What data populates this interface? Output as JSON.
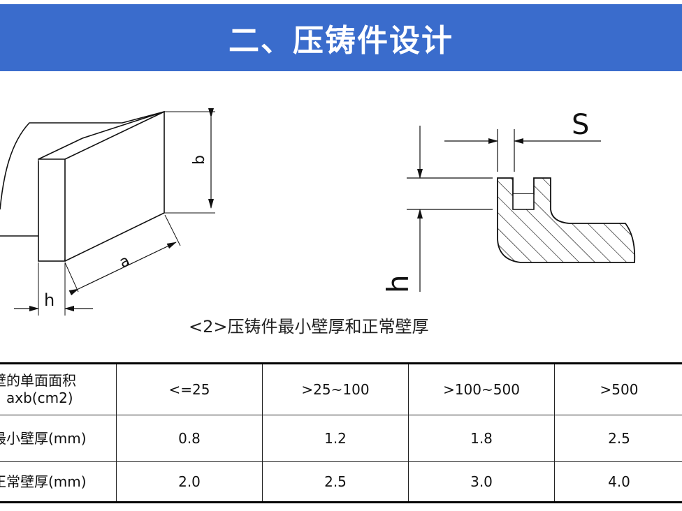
{
  "header": {
    "title": "二、压铸件设计"
  },
  "figure": {
    "labels": {
      "b": "b",
      "a": "a",
      "h": "h",
      "s": "S",
      "h2": "h"
    },
    "caption": "<2>压铸件最小壁厚和正常壁厚"
  },
  "table": {
    "header_row": {
      "label_line1": "壁的单面面积",
      "label_line2": "axb(cm2)",
      "cols": [
        "<=25",
        ">25~100",
        ">100~500",
        ">500"
      ]
    },
    "rows": [
      {
        "label": "最小壁厚(mm)",
        "values": [
          "0.8",
          "1.2",
          "1.8",
          "2.5"
        ]
      },
      {
        "label": "正常壁厚(mm)",
        "values": [
          "2.0",
          "2.5",
          "3.0",
          "4.0"
        ]
      }
    ]
  }
}
